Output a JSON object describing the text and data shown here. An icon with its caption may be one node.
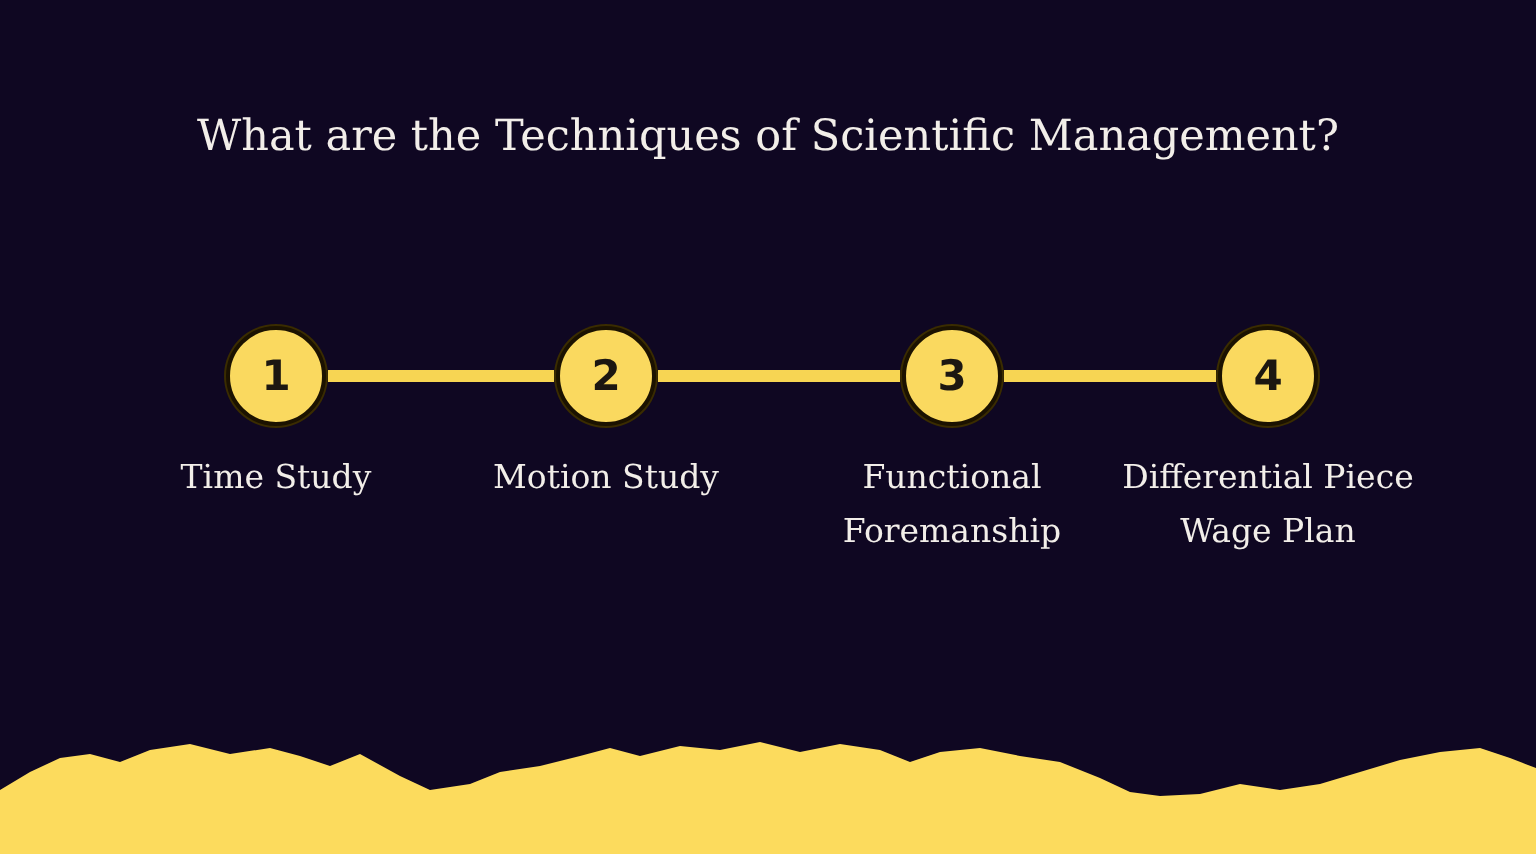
{
  "diagram": {
    "title": "What are the Techniques of Scientific Management?",
    "nodes": [
      {
        "text": [
          "1"
        ],
        "beside": [
          "Time Study"
        ]
      },
      {
        "text": [
          "2"
        ],
        "beside": [
          "Motion Study"
        ]
      },
      {
        "text": [
          "3"
        ],
        "beside": [
          "Functional Foremanship"
        ]
      },
      {
        "text": [
          "4"
        ],
        "beside": [
          "Differential Piece Wage Plan"
        ]
      }
    ],
    "edges": [
      {
        "from": 0,
        "to": 1,
        "arrow": "none"
      },
      {
        "from": 1,
        "to": 2,
        "arrow": "none"
      },
      {
        "from": 2,
        "to": 3,
        "arrow": "none"
      }
    ]
  }
}
